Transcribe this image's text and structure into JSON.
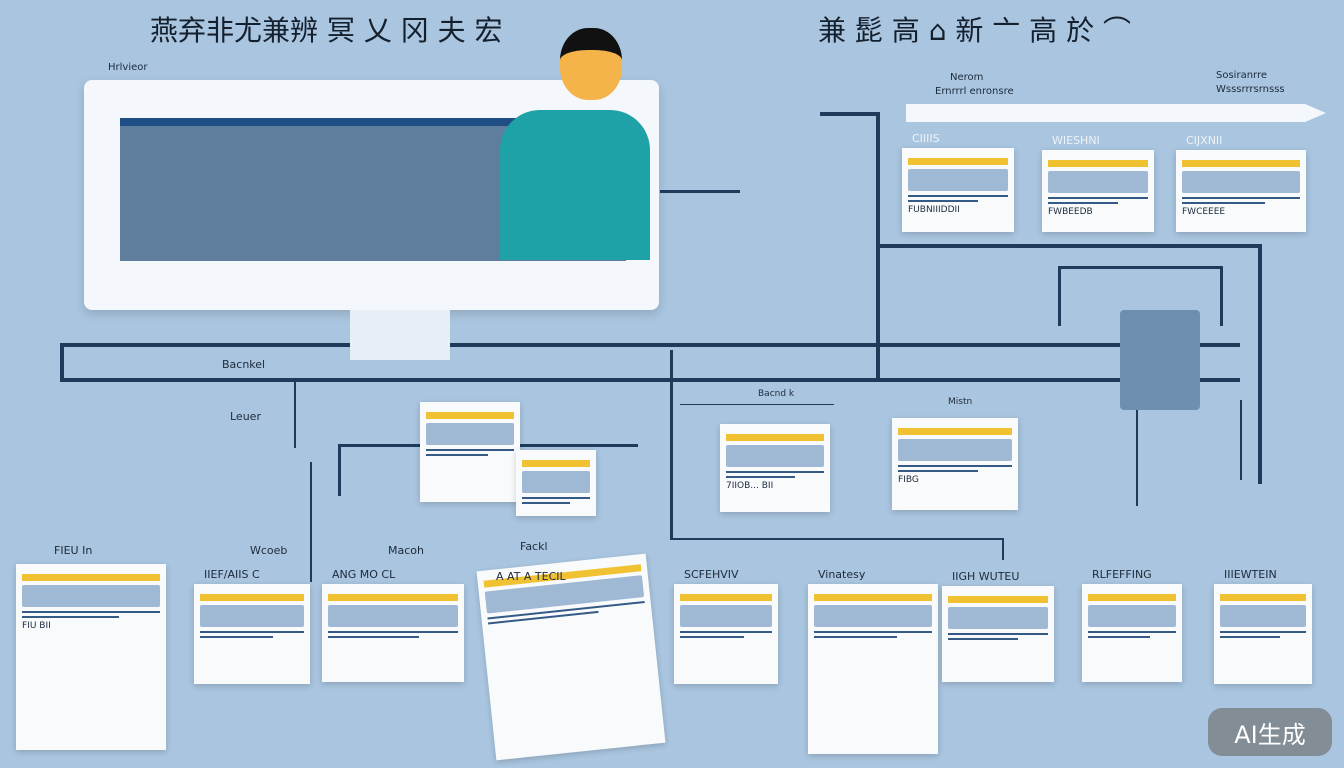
{
  "titles": {
    "left": "燕弃非尤兼辨 冥 乂 冈 夫 宏",
    "right": "兼 髭 高 ⌂ 新 亠 高 於 ⌒"
  },
  "small_labels": {
    "monitor_tag": "Hrlvieor",
    "top_note_1": "Nerom",
    "top_note_2": "Ernrrrl enronsre",
    "top_note_right_1": "Sosiranrre",
    "top_note_right_2": "Wsssrrrsrnsss",
    "backend": "Bacnkel",
    "leuer": "Leuer",
    "band": "Bacnd k",
    "mistn": "Mistn",
    "fieu": "FIEU In",
    "wcoeb": "Wcoeb",
    "macoh": "Macoh",
    "fackl": "Fackl"
  },
  "top_cards": [
    {
      "label": "CIIIIS",
      "text": "FUBNIIIDDII"
    },
    {
      "label": "WIESHNI",
      "text": "FWBEEDB"
    },
    {
      "label": "CIJXNII",
      "text": "FWCEEEE"
    }
  ],
  "middle_cards": [
    {
      "label": "",
      "text": ""
    },
    {
      "label": "",
      "text": ""
    },
    {
      "label": "",
      "text": "7IIOB... BII"
    },
    {
      "label": "",
      "text": "FIBG"
    }
  ],
  "bottom_cards": [
    {
      "label": "",
      "text": "FIU BII"
    },
    {
      "label": "IIEF/AIIS C",
      "text": ""
    },
    {
      "label": "ANG MO CL",
      "text": ""
    },
    {
      "label": "A AT A TECIL",
      "text": ""
    },
    {
      "label": "SCFEHVIV",
      "text": ""
    },
    {
      "label": "Vinatesy",
      "text": ""
    },
    {
      "label": "IIGH WUTEU",
      "text": ""
    },
    {
      "label": "RLFEFFING",
      "text": ""
    },
    {
      "label": "IIIEWTEIN",
      "text": ""
    }
  ],
  "watermark": "AI生成",
  "colors": {
    "background": "#a9c5df",
    "line": "#1f3b5c",
    "accent": "#f0c232",
    "teal": "#1ea2a8"
  }
}
